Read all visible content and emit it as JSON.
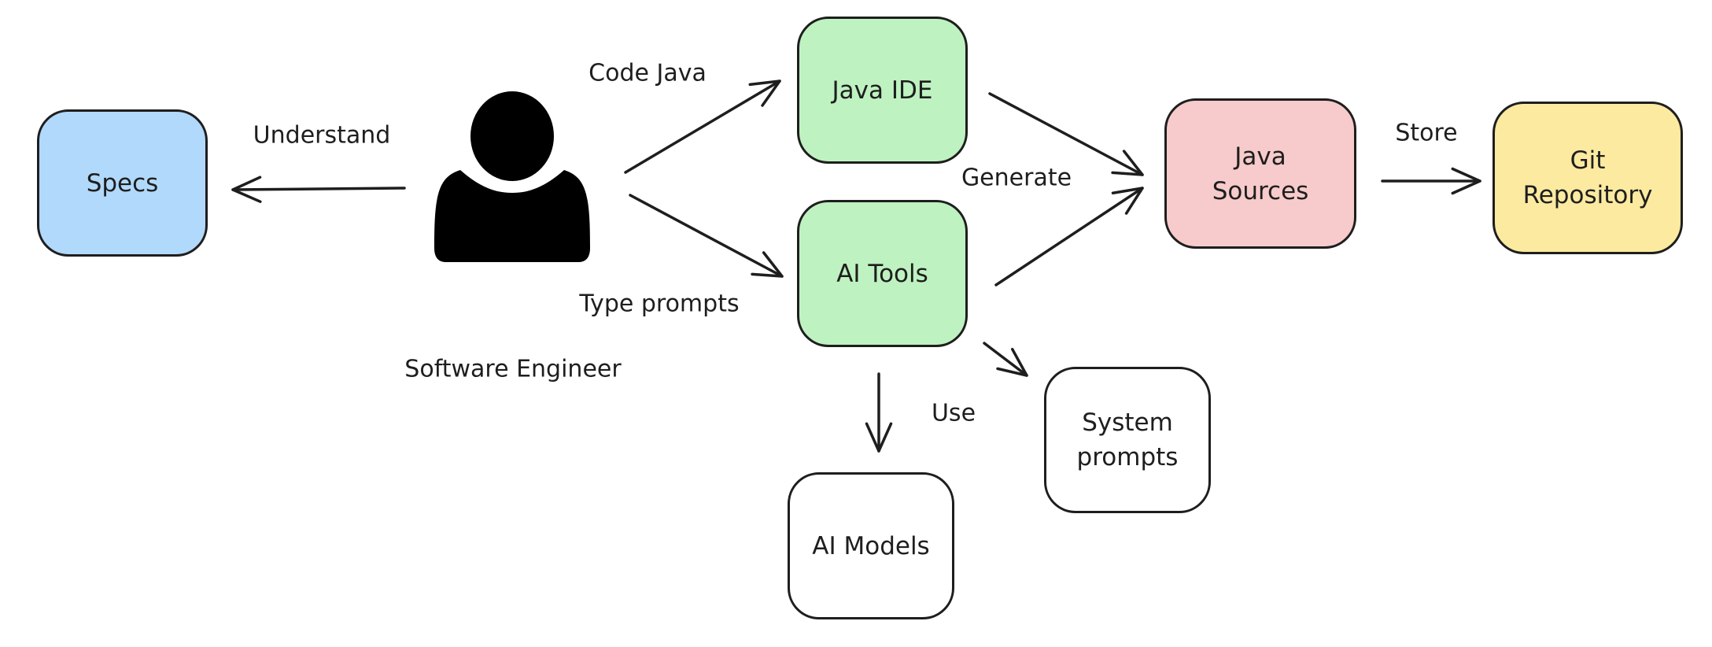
{
  "colors": {
    "blue": "#b1d9fb",
    "green": "#bff2c1",
    "red": "#f7cbcb",
    "yellow": "#fbeaa0",
    "white": "#ffffff",
    "stroke": "#1e1e1e"
  },
  "actor": {
    "icon": "user-icon",
    "label": "Software Engineer"
  },
  "nodes": {
    "specs": "Specs",
    "java_ide": "Java IDE",
    "ai_tools": "AI Tools",
    "java_sources": "Java\nSources",
    "git_repository": "Git\nRepository",
    "system_prompts": "System\nprompts",
    "ai_models": "AI Models"
  },
  "edges": {
    "understand": "Understand",
    "code_java": "Code Java",
    "type_prompts": "Type prompts",
    "generate": "Generate",
    "store": "Store",
    "use": "Use"
  }
}
